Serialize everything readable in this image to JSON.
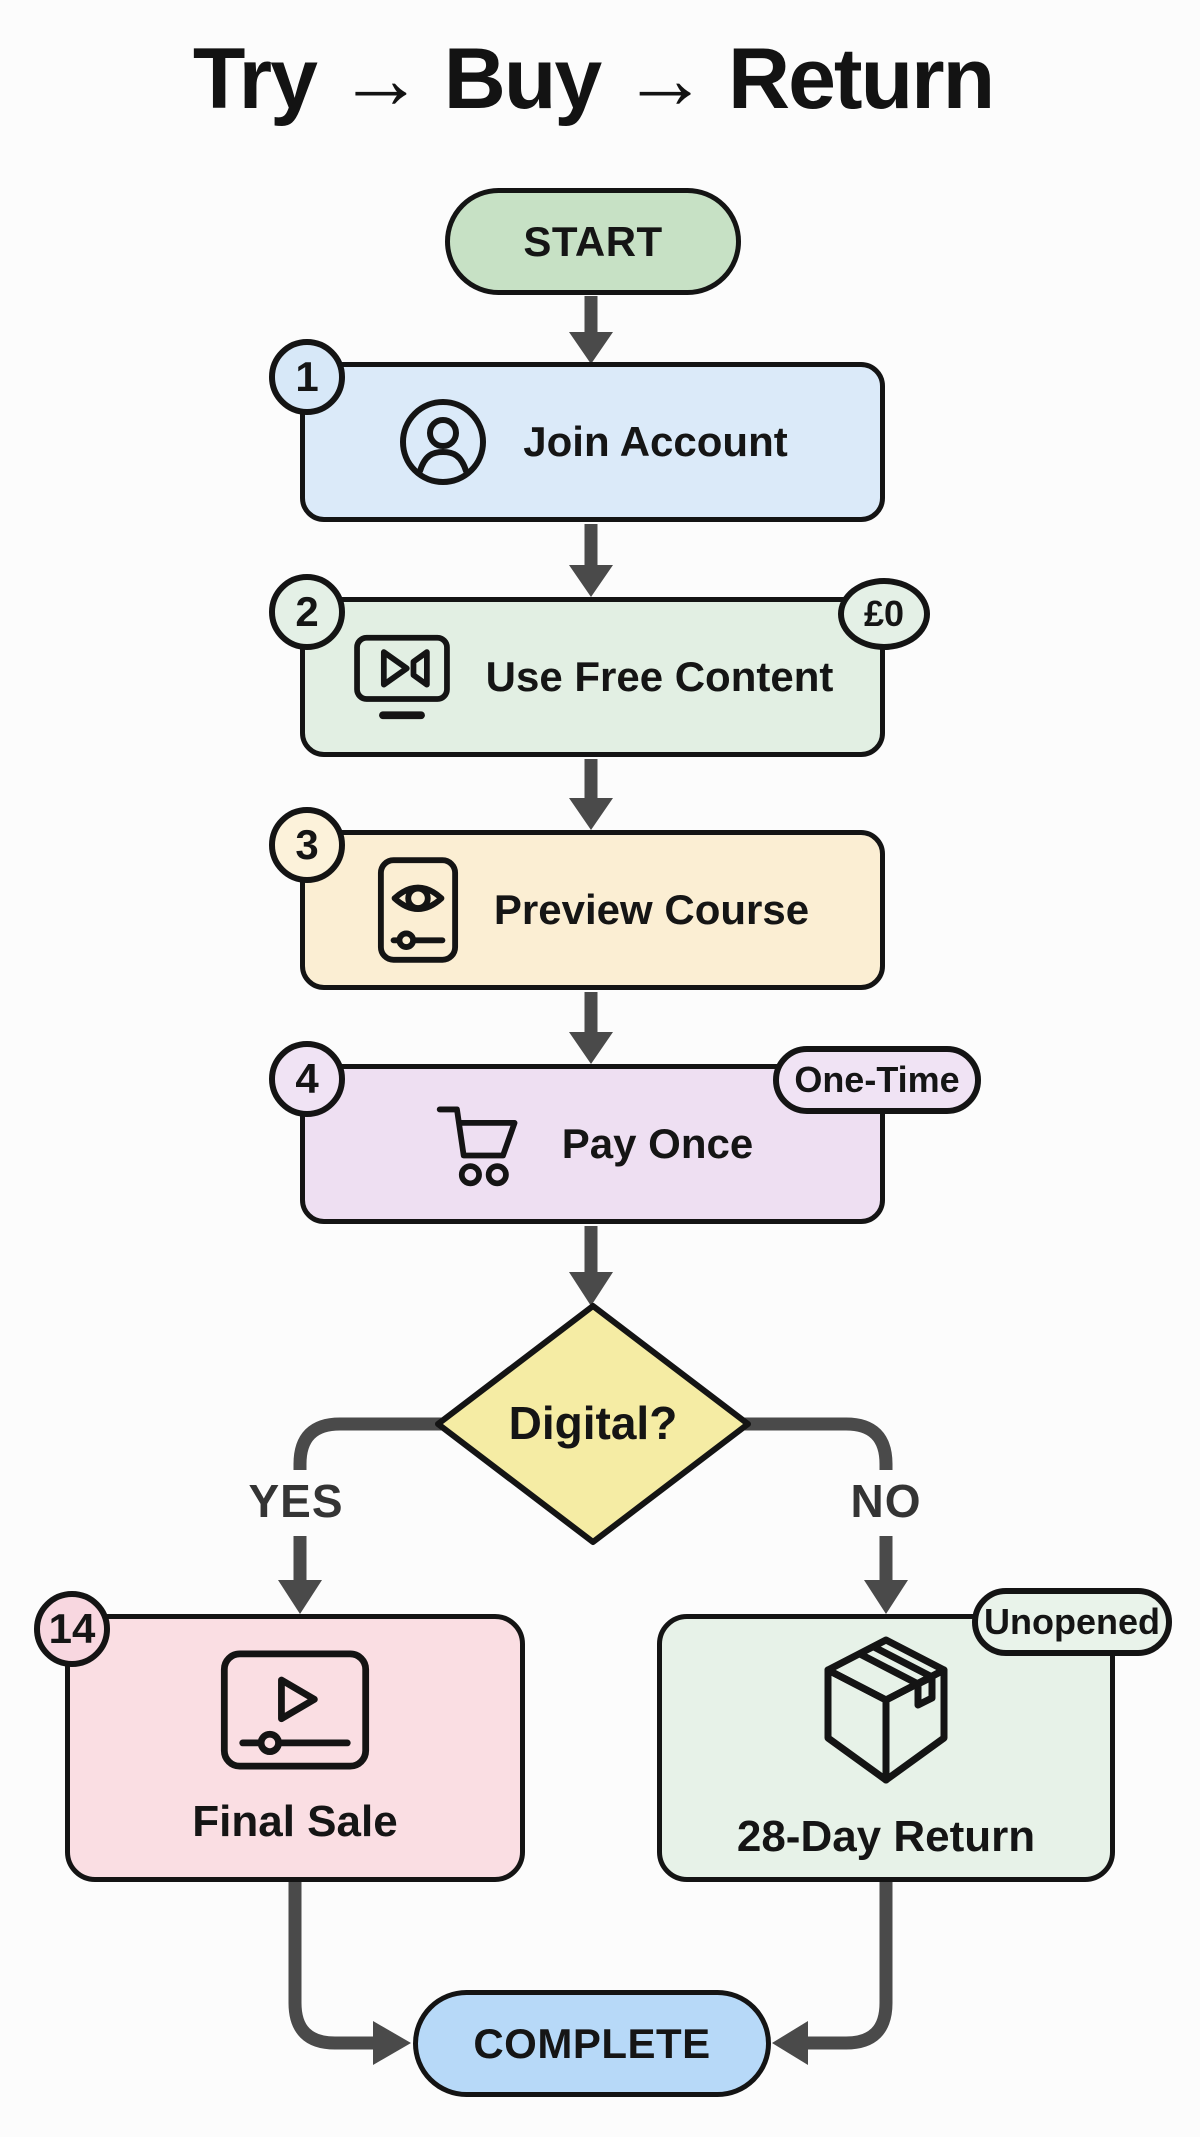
{
  "title": "Try → Buy → Return",
  "flow": {
    "start": {
      "label": "START"
    },
    "steps": [
      {
        "id": "join",
        "badge": "1",
        "label": "Join Account",
        "icon": "user-icon"
      },
      {
        "id": "free",
        "badge": "2",
        "label": "Use Free Content",
        "tag": "£0",
        "icon": "video-screen-icon"
      },
      {
        "id": "preview",
        "badge": "3",
        "label": "Preview Course",
        "icon": "eye-preview-icon"
      },
      {
        "id": "pay",
        "badge": "4",
        "label": "Pay Once",
        "tag": "One-Time",
        "icon": "cart-icon"
      }
    ],
    "decision": {
      "label": "Digital?",
      "yes_label": "YES",
      "no_label": "NO"
    },
    "outcomes": [
      {
        "id": "final-sale",
        "badge": "14",
        "label": "Final Sale",
        "icon": "video-player-icon"
      },
      {
        "id": "day-return",
        "label": "28-Day Return",
        "tag": "Unopened",
        "icon": "package-icon"
      }
    ],
    "complete": {
      "label": "COMPLETE"
    },
    "edges": [
      {
        "from": "start",
        "to": "join"
      },
      {
        "from": "join",
        "to": "free"
      },
      {
        "from": "free",
        "to": "preview"
      },
      {
        "from": "preview",
        "to": "pay"
      },
      {
        "from": "pay",
        "to": "decision"
      },
      {
        "from": "decision",
        "to": "final-sale",
        "label": "YES"
      },
      {
        "from": "decision",
        "to": "day-return",
        "label": "NO"
      },
      {
        "from": "final-sale",
        "to": "complete"
      },
      {
        "from": "day-return",
        "to": "complete"
      }
    ]
  },
  "colors": {
    "background": "#fcfcfc",
    "ink": "#141414",
    "arrow": "#4a4a4a",
    "start_fill": "#c7e1c5",
    "join_fill": "#dbeaf9",
    "free_fill": "#e2efe3",
    "preview_fill": "#fbeed3",
    "pay_fill": "#eedff2",
    "diamond_fill": "#f5eca4",
    "final_sale_fill": "#fadee3",
    "day_return_fill": "#e7f2e8",
    "complete_fill": "#b7d9f8"
  }
}
